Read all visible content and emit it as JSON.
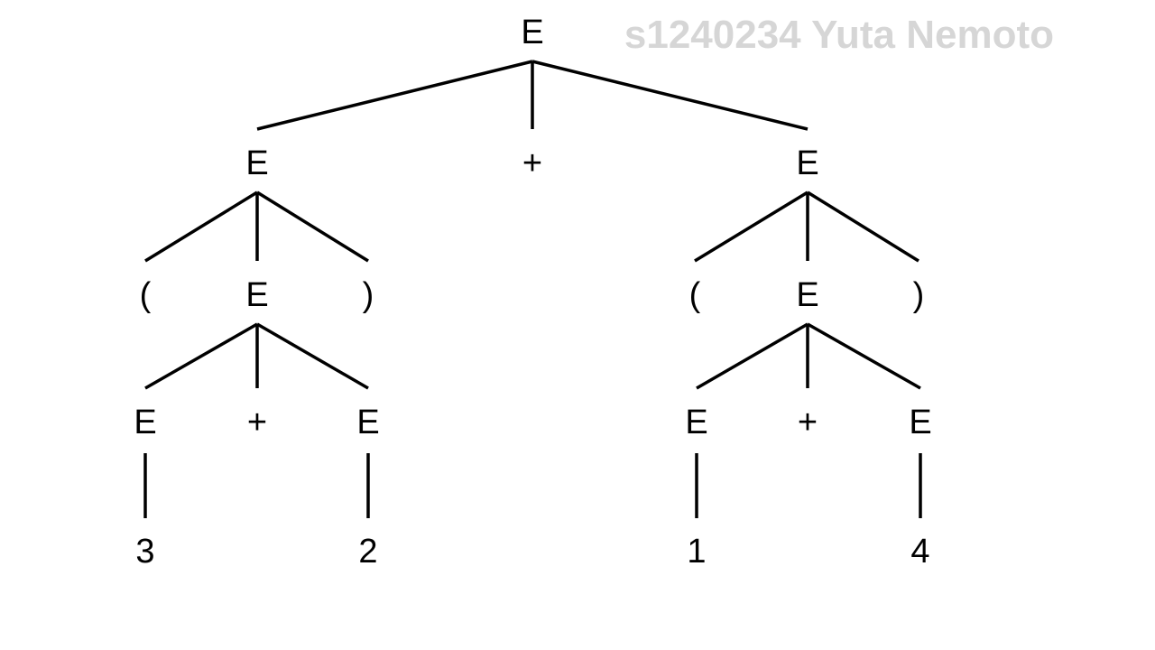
{
  "watermark": "s1240234 Yuta Nemoto",
  "colors": {
    "background": "#ffffff",
    "ink": "#000000",
    "watermark": "#d6d6d6"
  },
  "tree": {
    "nodes": [
      {
        "id": "n0",
        "label": "E"
      },
      {
        "id": "n1",
        "label": "E"
      },
      {
        "id": "n2",
        "label": "+"
      },
      {
        "id": "n3",
        "label": "E"
      },
      {
        "id": "n4",
        "label": "("
      },
      {
        "id": "n5",
        "label": "E"
      },
      {
        "id": "n6",
        "label": ")"
      },
      {
        "id": "n7",
        "label": "("
      },
      {
        "id": "n8",
        "label": "E"
      },
      {
        "id": "n9",
        "label": ")"
      },
      {
        "id": "n10",
        "label": "E"
      },
      {
        "id": "n11",
        "label": "+"
      },
      {
        "id": "n12",
        "label": "E"
      },
      {
        "id": "n13",
        "label": "E"
      },
      {
        "id": "n14",
        "label": "+"
      },
      {
        "id": "n15",
        "label": "E"
      },
      {
        "id": "n16",
        "label": "3"
      },
      {
        "id": "n17",
        "label": "2"
      },
      {
        "id": "n18",
        "label": "1"
      },
      {
        "id": "n19",
        "label": "4"
      }
    ],
    "edges": [
      [
        "n0",
        "n1"
      ],
      [
        "n0",
        "n2"
      ],
      [
        "n0",
        "n3"
      ],
      [
        "n1",
        "n4"
      ],
      [
        "n1",
        "n5"
      ],
      [
        "n1",
        "n6"
      ],
      [
        "n3",
        "n7"
      ],
      [
        "n3",
        "n8"
      ],
      [
        "n3",
        "n9"
      ],
      [
        "n5",
        "n10"
      ],
      [
        "n5",
        "n11"
      ],
      [
        "n5",
        "n12"
      ],
      [
        "n8",
        "n13"
      ],
      [
        "n8",
        "n14"
      ],
      [
        "n8",
        "n15"
      ],
      [
        "n10",
        "n16"
      ],
      [
        "n12",
        "n17"
      ],
      [
        "n13",
        "n18"
      ],
      [
        "n15",
        "n19"
      ]
    ]
  }
}
